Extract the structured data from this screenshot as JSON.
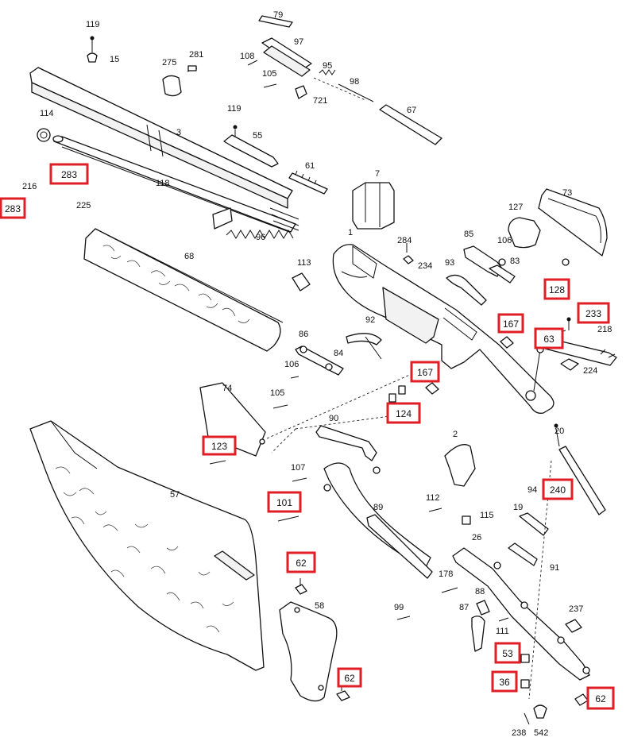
{
  "diagram": {
    "highlight_color": "#e01e26",
    "labels": [
      "119",
      "15",
      "275",
      "281",
      "79",
      "97",
      "108",
      "95",
      "105",
      "721",
      "98",
      "67",
      "3",
      "114",
      "119",
      "55",
      "61",
      "7",
      "283",
      "216",
      "283",
      "225",
      "118",
      "96",
      "113",
      "68",
      "284",
      "234",
      "85",
      "106",
      "83",
      "127",
      "73",
      "1",
      "93",
      "128",
      "233",
      "167",
      "63",
      "218",
      "92",
      "86",
      "106",
      "84",
      "167",
      "224",
      "124",
      "74",
      "105",
      "123",
      "90",
      "2",
      "20",
      "107",
      "112",
      "115",
      "240",
      "94",
      "101",
      "89",
      "19",
      "26",
      "91",
      "62",
      "178",
      "88",
      "58",
      "99",
      "87",
      "111",
      "237",
      "53",
      "36",
      "62",
      "62",
      "238",
      "542",
      "57"
    ],
    "highlighted": [
      "283",
      "283",
      "128",
      "233",
      "167",
      "63",
      "167",
      "124",
      "123",
      "240",
      "101",
      "62",
      "53",
      "36",
      "62",
      "62"
    ]
  }
}
